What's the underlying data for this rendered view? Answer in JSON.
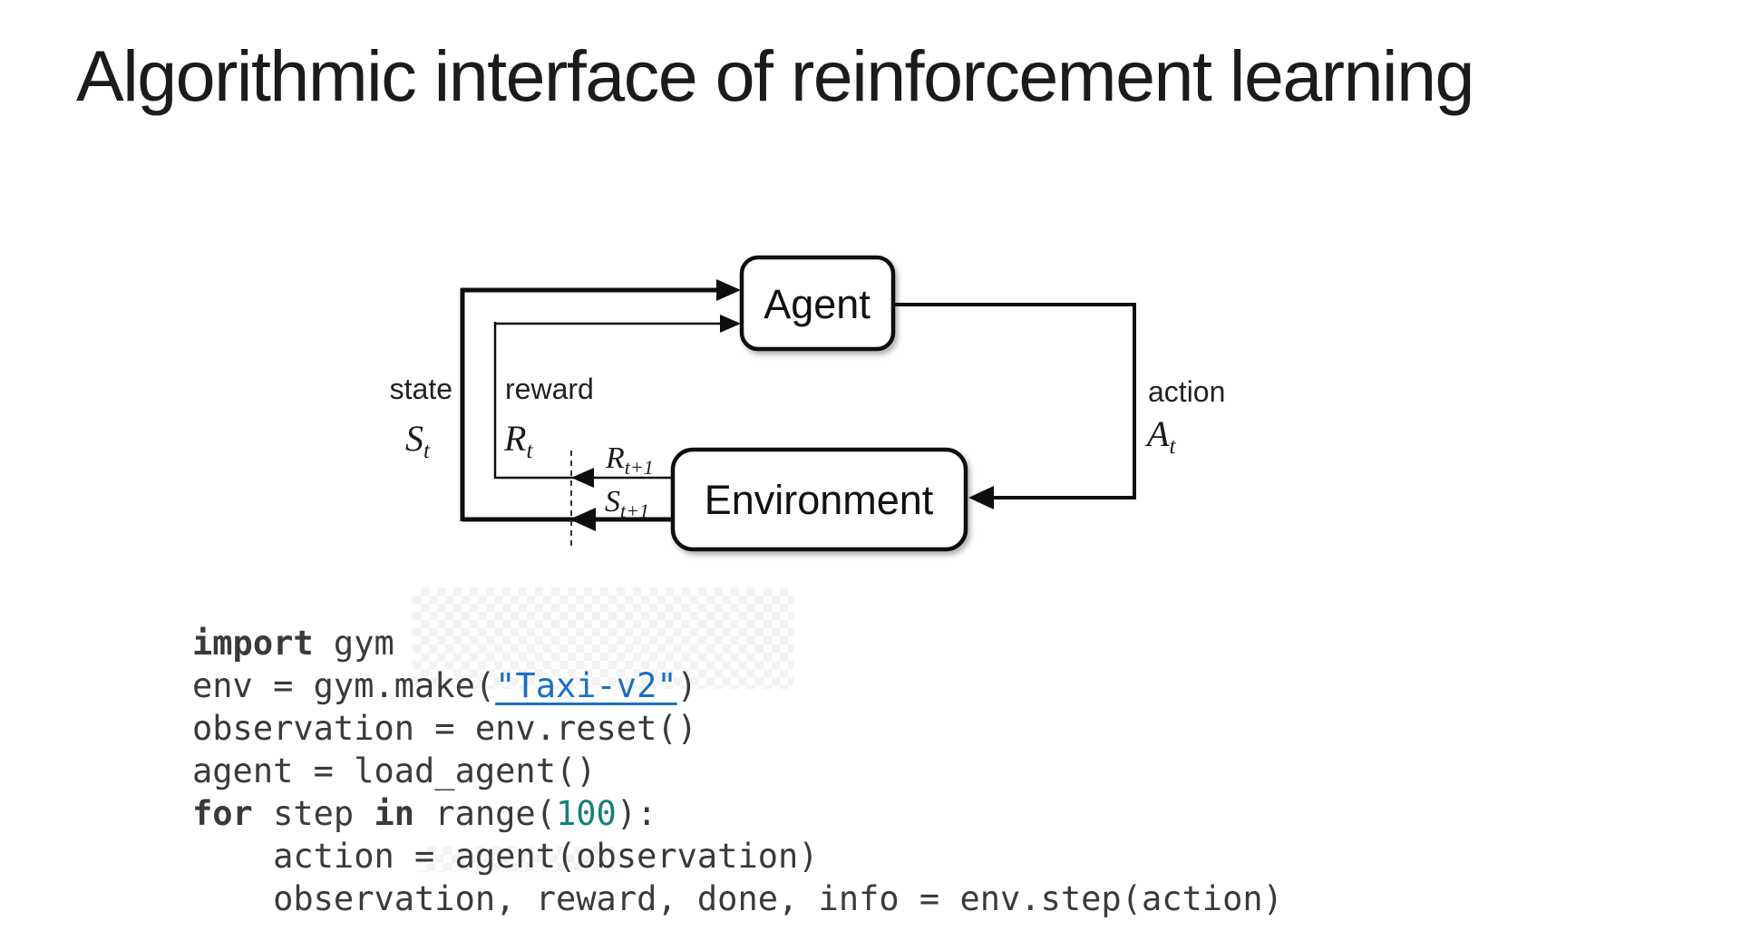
{
  "title": "Algorithmic interface of reinforcement learning",
  "diagram": {
    "agent_label": "Agent",
    "environment_label": "Environment",
    "state_label": "state",
    "state_symbol": "S",
    "state_symbol_sub": "t",
    "reward_label": "reward",
    "reward_symbol": "R",
    "reward_symbol_sub": "t",
    "action_label": "action",
    "action_symbol": "A",
    "action_symbol_sub": "t",
    "next_reward_symbol": "R",
    "next_reward_sub": "t+1",
    "next_state_symbol": "S",
    "next_state_sub": "t+1"
  },
  "code": {
    "lines": [
      [
        {
          "t": "import",
          "s": "kw"
        },
        {
          "t": " gym",
          "s": "plain"
        }
      ],
      [
        {
          "t": "env = gym.make(",
          "s": "plain"
        },
        {
          "t": "\"Taxi-v2\"",
          "s": "link"
        },
        {
          "t": ")",
          "s": "plain"
        }
      ],
      [
        {
          "t": "observation = env.reset()",
          "s": "plain"
        }
      ],
      [
        {
          "t": "agent = load_agent()",
          "s": "plain"
        }
      ],
      [
        {
          "t": "for",
          "s": "kw"
        },
        {
          "t": " step ",
          "s": "plain"
        },
        {
          "t": "in",
          "s": "kw"
        },
        {
          "t": " range(",
          "s": "plain"
        },
        {
          "t": "100",
          "s": "num"
        },
        {
          "t": "):",
          "s": "plain"
        }
      ],
      [
        {
          "t": "    action = agent(observation)",
          "s": "plain"
        }
      ],
      [
        {
          "t": "    observation, reward, done, info = env.step(action)",
          "s": "plain"
        }
      ]
    ]
  },
  "colors": {
    "title_text": "#1b1b1b",
    "diagram_line": "#0e0e0e",
    "code_text": "#3a3a3a",
    "link_blue": "#1b6fc4",
    "number_teal": "#178079"
  }
}
